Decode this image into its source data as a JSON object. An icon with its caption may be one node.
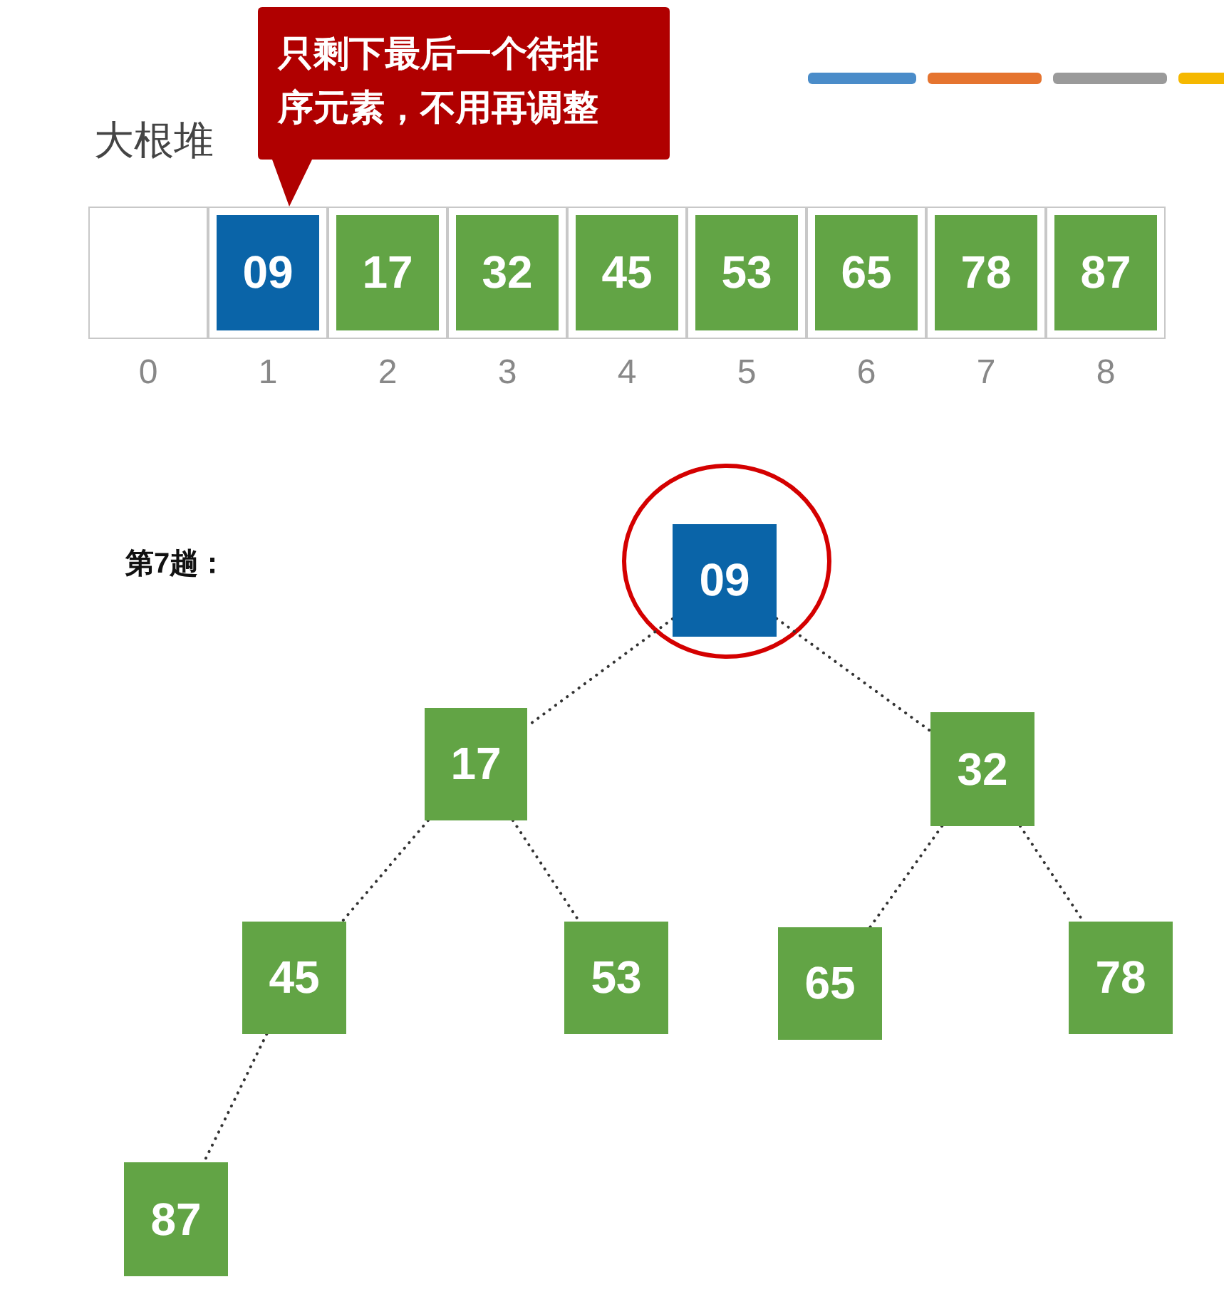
{
  "diagram": {
    "nodes": [
      {
        "text": [
          "只剩下最后一个待排序元素，不用再调整"
        ]
      },
      {
        "text": [],
        "shape": "box"
      },
      {
        "text": [
          "09"
        ]
      },
      {
        "text": [
          "17"
        ]
      },
      {
        "text": [
          "32"
        ]
      },
      {
        "text": [
          "45"
        ]
      },
      {
        "text": [
          "53"
        ]
      },
      {
        "text": [
          "65"
        ]
      },
      {
        "text": [
          "78"
        ]
      },
      {
        "text": [
          "87"
        ]
      },
      {
        "text": [
          "09"
        ]
      },
      {
        "text": [
          "17"
        ]
      },
      {
        "text": [
          "32"
        ]
      },
      {
        "text": [
          "45"
        ]
      },
      {
        "text": [
          "53"
        ]
      },
      {
        "text": [
          "65"
        ]
      },
      {
        "text": [
          "78"
        ]
      },
      {
        "text": [
          "87"
        ]
      }
    ],
    "edges": [
      {
        "from": 10,
        "to": 11,
        "arrow": "none",
        "style": "dashed"
      },
      {
        "from": 10,
        "to": 12,
        "arrow": "none",
        "style": "dashed"
      },
      {
        "from": 11,
        "to": 13,
        "arrow": "none",
        "style": "dashed"
      },
      {
        "from": 11,
        "to": 14,
        "arrow": "none",
        "style": "dashed"
      },
      {
        "from": 12,
        "to": 15,
        "arrow": "none",
        "style": "dashed"
      },
      {
        "from": 12,
        "to": 16,
        "arrow": "none",
        "style": "dashed"
      },
      {
        "from": 13,
        "to": 17,
        "arrow": "none",
        "style": "dashed"
      }
    ],
    "labels": [
      "大根堆",
      "0",
      "1",
      "2",
      "3",
      "4",
      "5",
      "6",
      "7",
      "8",
      "第7趟："
    ]
  }
}
